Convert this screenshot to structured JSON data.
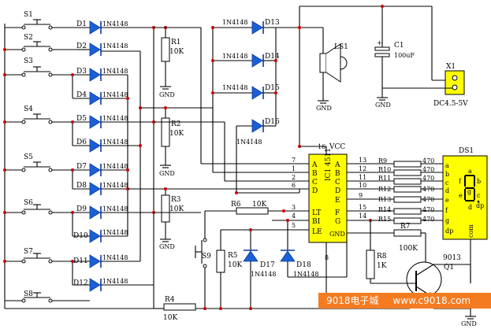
{
  "switches": [
    "S1",
    "S2",
    "S3",
    "S4",
    "S5",
    "S6",
    "S7",
    "S8",
    "S9"
  ],
  "diodes": [
    "D1",
    "D2",
    "D3",
    "D4",
    "D5",
    "D6",
    "D7",
    "D8",
    "D9",
    "D10",
    "D11",
    "D12"
  ],
  "diode_type": "1N4148",
  "top_diodes": [
    "D13",
    "D14",
    "D15",
    "D16"
  ],
  "lower_diodes": [
    "D17",
    "D18"
  ],
  "resistors": {
    "r1": "R1",
    "r1_val": "10K",
    "r2": "R2",
    "r2_val": "10K",
    "r3": "R3",
    "r3_val": "10K",
    "r4": "R4",
    "r4_val": "10K",
    "r5": "R5",
    "r5_val": "10K",
    "r6": "R6",
    "r6_val": "10K",
    "r7": "R7",
    "r7_val": "100K",
    "r8": "R8",
    "r8_val": "1K"
  },
  "seg_resistors": [
    "R9",
    "R10",
    "R11",
    "R12",
    "R13",
    "R14",
    "R15"
  ],
  "seg_res_val": "470",
  "gnd": "GND",
  "speaker": "LS1",
  "capacitor": {
    "name": "C1",
    "value": "100uF",
    "plus": "+"
  },
  "connector": {
    "name": "X1",
    "value": "DC4.5-5V"
  },
  "ic": {
    "vcc_pin": "16",
    "vcc": "VCC",
    "label": "IC1 4511",
    "left_pins": [
      "A",
      "B",
      "C",
      "D",
      "LT",
      "BI",
      "LE"
    ],
    "left_nums": [
      "7",
      "1",
      "2",
      "6",
      "3",
      "4",
      "5"
    ],
    "right_pins": [
      "A",
      "B",
      "C",
      "D",
      "E",
      "F",
      "G"
    ],
    "right_nums": [
      "13",
      "12",
      "11",
      "10",
      "9",
      "15",
      "14"
    ],
    "gnd": "GND",
    "gnd_pin": "8"
  },
  "display": {
    "name": "DS1",
    "pins": [
      "a",
      "b",
      "c",
      "d",
      "e",
      "f",
      "g",
      "dp"
    ],
    "com": "com",
    "seg_letters": [
      "a",
      "b",
      "c",
      "d",
      "e",
      "f",
      "g",
      "dp"
    ]
  },
  "transistor": {
    "type": "9013",
    "name": "Q1"
  },
  "watermark": {
    "left": "9018电子城",
    "right": "www.c9018.com"
  }
}
